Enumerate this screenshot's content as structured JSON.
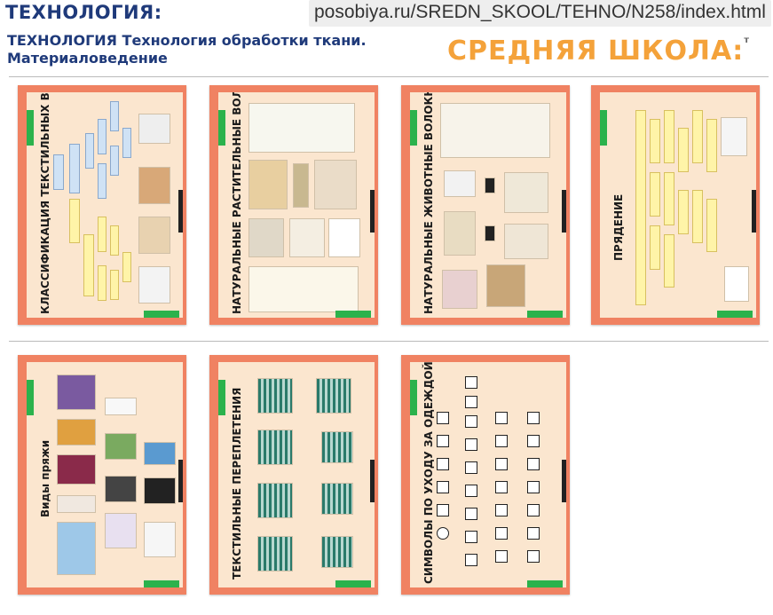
{
  "header": {
    "title": "ТЕХНОЛОГИЯ:",
    "url": "posobiya.ru/SREDN_SKOOL/TEHNO/N258/index.html",
    "subtitle_line1": "ТЕХНОЛОГИЯ Технология обработки ткани.",
    "subtitle_line2": "Материаловедение",
    "brand": "СРЕДНЯЯ ШКОЛА:",
    "brand_suffix": "т"
  },
  "posters": [
    {
      "title": "КЛАССИФИКАЦИЯ ТЕКСТИЛЬНЫХ ВОЛОКОН"
    },
    {
      "title": "НАТУРАЛЬНЫЕ РАСТИТЕЛЬНЫЕ ВОЛОКНА"
    },
    {
      "title": "НАТУРАЛЬНЫЕ ЖИВОТНЫЕ ВОЛОКНА"
    },
    {
      "title": "ПРЯДЕНИЕ"
    },
    {
      "title": "Виды пряжи"
    },
    {
      "title": "ТЕКСТИЛЬНЫЕ ПЕРЕПЛЕТЕНИЯ"
    },
    {
      "title": "СИМВОЛЫ ПО УХОДУ ЗА ОДЕЖДОЙ"
    }
  ],
  "colors": {
    "header_text": "#1f3a7a",
    "brand": "#f4a23a",
    "poster_frame": "#f08262",
    "poster_bg": "#fbe6cf",
    "accent_green": "#2bb24c"
  }
}
